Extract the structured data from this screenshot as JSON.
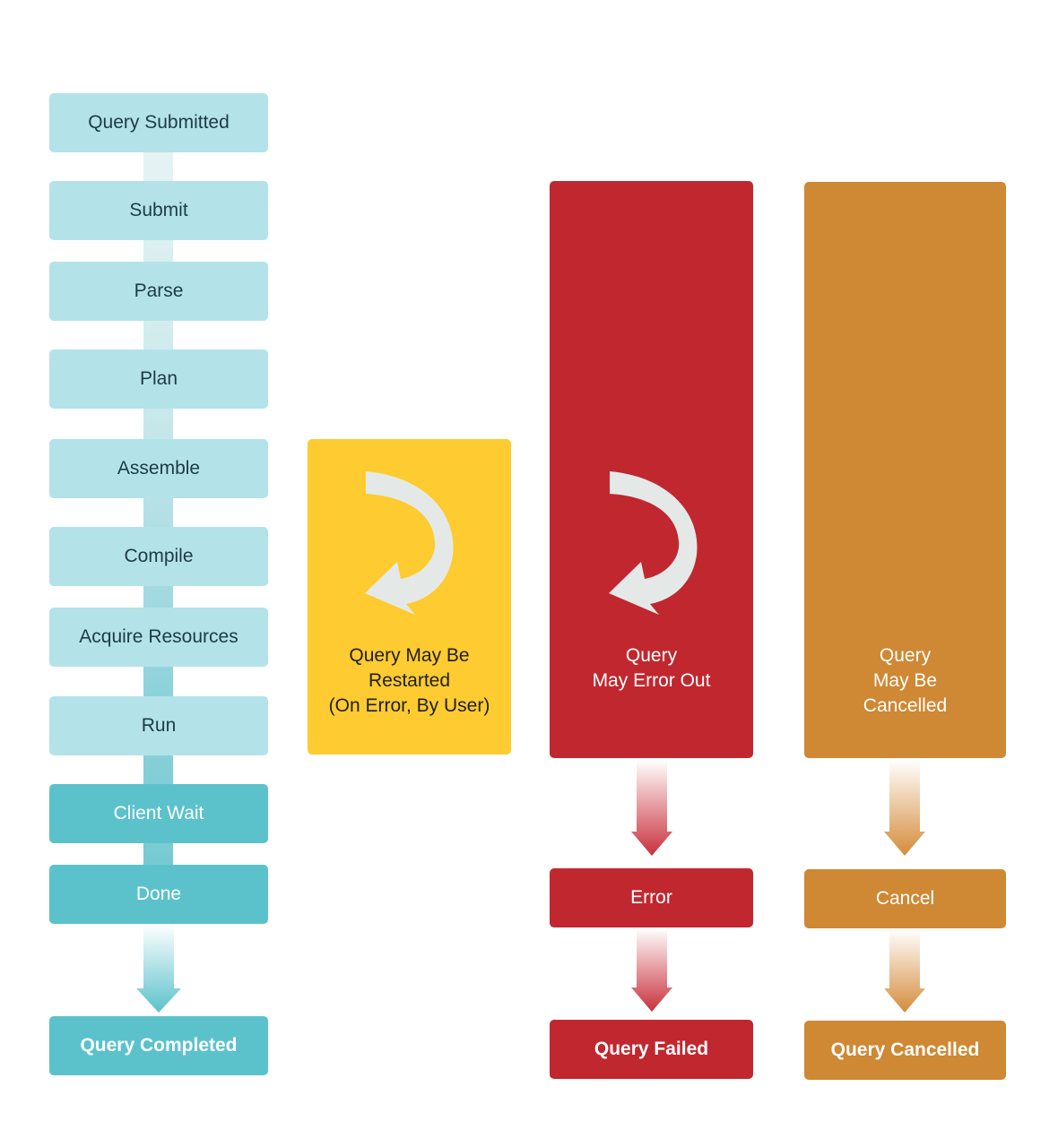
{
  "colors": {
    "light_step": "#b3e3e8",
    "active_step": "#5bc2cc",
    "restart": "#fecb30",
    "error": "#c1272f",
    "cancel": "#cf8833",
    "arrow_curl": "#e4e9e8"
  },
  "flow": {
    "steps": [
      "Query Submitted",
      "Submit",
      "Parse",
      "Plan",
      "Assemble",
      "Compile",
      "Acquire Resources",
      "Run",
      "Client Wait",
      "Done"
    ],
    "result": "Query Completed"
  },
  "restart": {
    "label": "Query May Be\nRestarted\n(On Error, By User)",
    "icon": "curved-arrow-icon"
  },
  "error": {
    "label": "Query\nMay Error Out",
    "step": "Error",
    "result": "Query Failed",
    "icon": "curved-arrow-icon"
  },
  "cancel": {
    "label": "Query\nMay Be\nCancelled",
    "step": "Cancel",
    "result": "Query Cancelled"
  }
}
